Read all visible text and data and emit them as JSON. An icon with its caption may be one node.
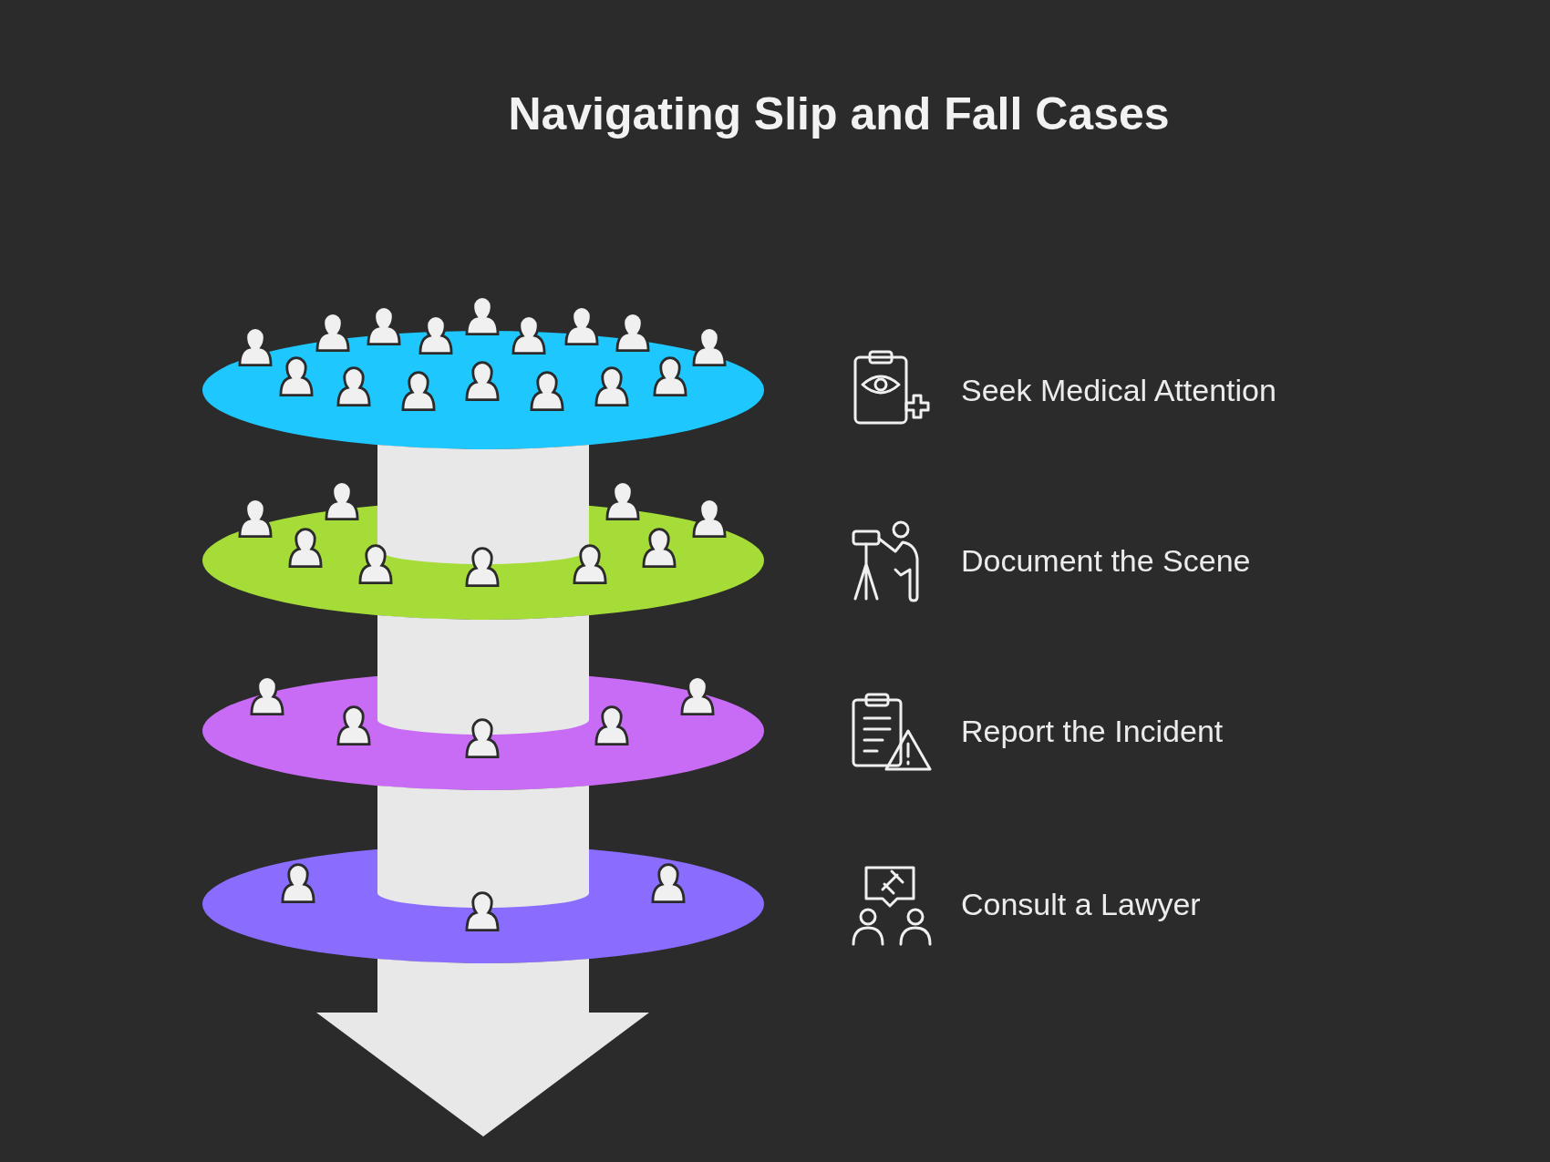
{
  "diagram": {
    "title": "Navigating Slip and Fall Cases",
    "nodes": [
      {
        "text": [],
        "shape": "ellipse"
      },
      {
        "text": [
          "Seek Medical Attention"
        ]
      },
      {
        "text": [],
        "shape": "ellipse"
      },
      {
        "text": [
          "Document the Scene"
        ]
      },
      {
        "text": [],
        "shape": "ellipse"
      },
      {
        "text": [
          "Report the Incident"
        ]
      },
      {
        "text": [],
        "shape": "ellipse"
      },
      {
        "text": [
          "Consult a Lawyer"
        ]
      }
    ]
  }
}
